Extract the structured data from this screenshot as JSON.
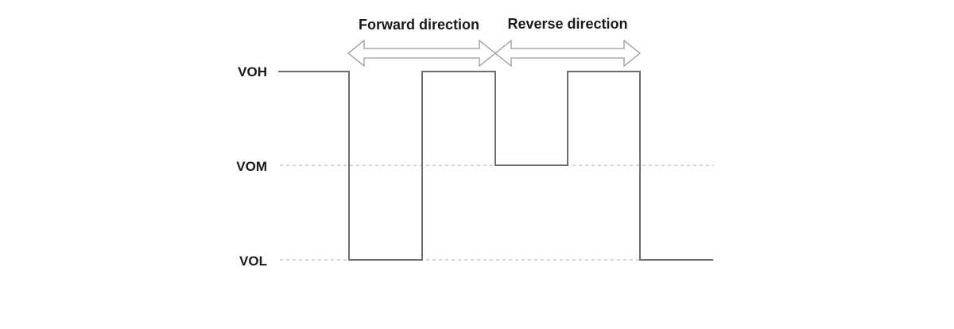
{
  "labels": {
    "forward": "Forward direction",
    "reverse": "Reverse direction"
  },
  "levels": {
    "voh": "VOH",
    "vom": "VOM",
    "vol": "VOL"
  },
  "waveform_sequence": [
    "VOH",
    "VOL",
    "VOH",
    "VOM",
    "VOH",
    "VOL"
  ],
  "colors": {
    "waveform": "#6e6e6e",
    "guide": "#bdbdbd",
    "arrow": "#9a9a9a",
    "text": "#1a1a1a"
  }
}
